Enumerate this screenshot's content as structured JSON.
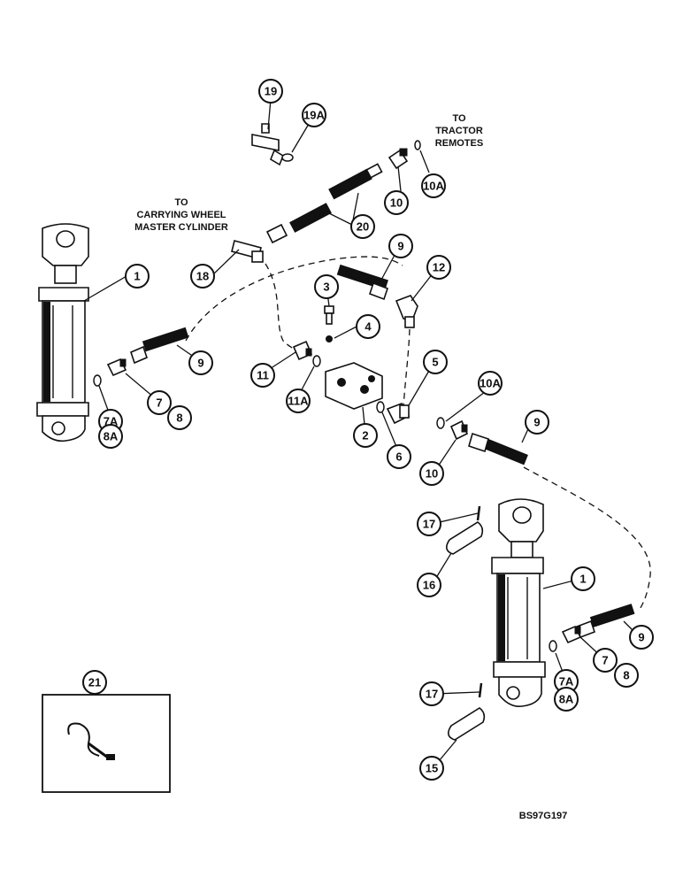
{
  "labels": {
    "tractor_remotes": [
      "TO",
      "TRACTOR",
      "REMOTES"
    ],
    "carrying_wheel": [
      "TO",
      "CARRYING WHEEL",
      "MASTER CYLINDER"
    ],
    "figure_code": "BS97G197"
  },
  "callouts": {
    "c19": "19",
    "c19A": "19A",
    "c10_top": "10",
    "c10A_top": "10A",
    "c20": "20",
    "c18": "18",
    "c1_left": "1",
    "c9_mid": "9",
    "c12": "12",
    "c3": "3",
    "c4": "4",
    "c9_left": "9",
    "c11": "11",
    "c11A": "11A",
    "c5": "5",
    "c10A_mid": "10A",
    "c9_right": "9",
    "c7_left": "7",
    "c8_left": "8",
    "c7A_left": "7A",
    "c8A_left": "8A",
    "c2": "2",
    "c6": "6",
    "c10_mid": "10",
    "c17_top": "17",
    "c16": "16",
    "c1_right": "1",
    "c9_low": "9",
    "c7_right": "7",
    "c8_right": "8",
    "c7A_right": "7A",
    "c8A_right": "8A",
    "c17_bottom": "17",
    "c15": "15",
    "c21": "21"
  }
}
